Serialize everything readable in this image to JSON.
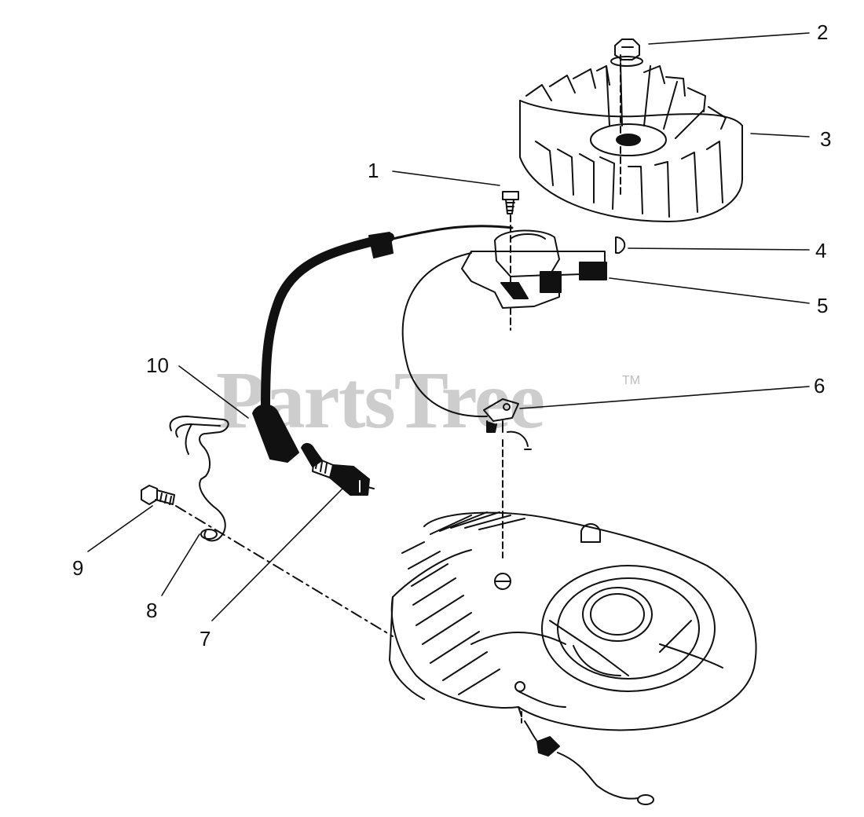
{
  "watermark": {
    "brand": "PartsTree",
    "trademark": "TM"
  },
  "callouts": {
    "c1": "1",
    "c2": "2",
    "c3": "3",
    "c4": "4",
    "c5": "5",
    "c6": "6",
    "c7": "7",
    "c8": "8",
    "c9": "9",
    "c10": "10"
  },
  "colors": {
    "ink": "#111111",
    "watermark": "#bdbdbd",
    "background": "#ffffff"
  }
}
